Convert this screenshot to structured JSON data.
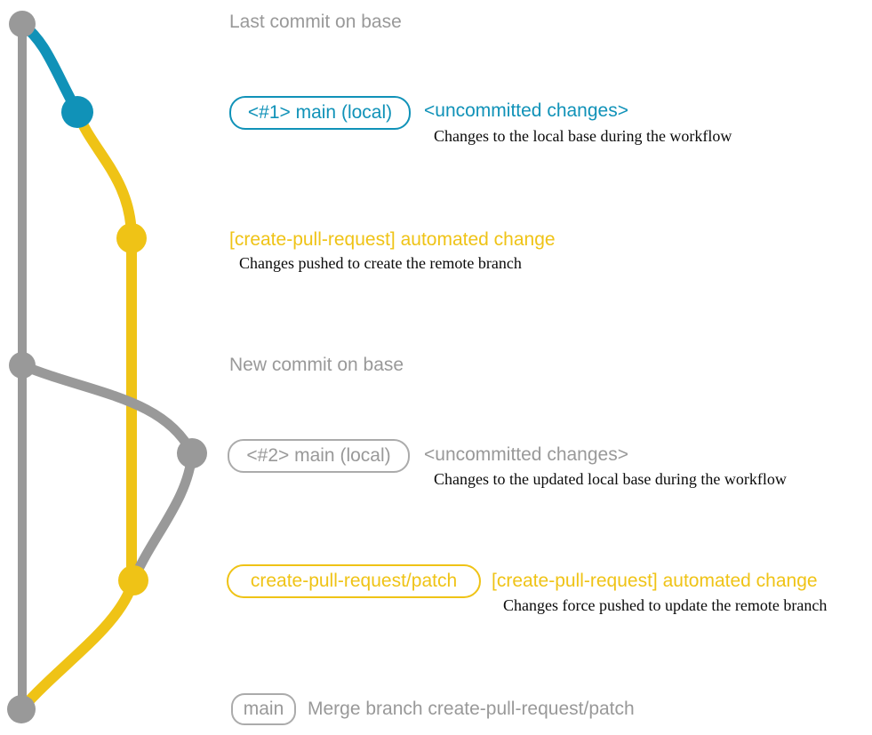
{
  "colors": {
    "gray": "#999999",
    "blue": "#1092B8",
    "yellow": "#EFC316",
    "detail": "#0a0a0a",
    "badge_gray_border": "#ababab"
  },
  "diagram": {
    "last_commit": {
      "label": "Last commit on base"
    },
    "checkout1": {
      "badge": "<#1> main (local)",
      "status": "<uncommitted changes>",
      "detail": "Changes to the local base during the workflow"
    },
    "push1": {
      "title": "[create-pull-request] automated change",
      "detail": "Changes pushed to create the remote branch"
    },
    "new_commit": {
      "label": "New commit on base"
    },
    "checkout2": {
      "badge": "<#2> main (local)",
      "status": "<uncommitted changes>",
      "detail": "Changes to the updated local base during the workflow"
    },
    "push2": {
      "badge": "create-pull-request/patch",
      "title": "[create-pull-request] automated change",
      "detail": "Changes force pushed to update the remote branch"
    },
    "merge": {
      "badge": "main",
      "label": "Merge branch create-pull-request/patch"
    }
  },
  "graph": {
    "commits": [
      {
        "id": "last-commit-on-base",
        "color": "gray"
      },
      {
        "id": "checkout-1-main-local",
        "color": "blue"
      },
      {
        "id": "automated-change-1",
        "color": "yellow"
      },
      {
        "id": "new-commit-on-base",
        "color": "gray"
      },
      {
        "id": "checkout-2-main-local",
        "color": "gray"
      },
      {
        "id": "automated-change-2-force-push",
        "color": "yellow"
      },
      {
        "id": "merge-commit",
        "color": "gray"
      }
    ]
  }
}
